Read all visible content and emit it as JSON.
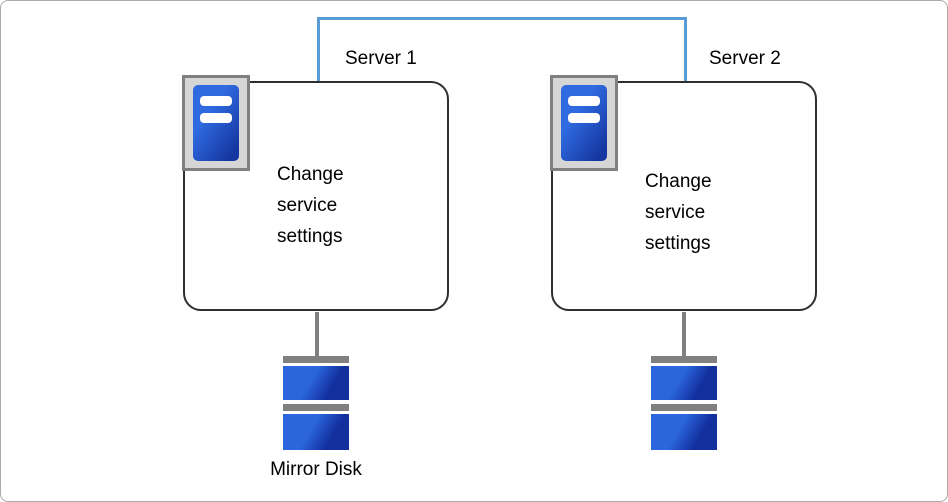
{
  "diagram": {
    "servers": [
      {
        "label": "Server 1",
        "service_text": "Change\nservice\nsettings",
        "disk_label": "Mirror Disk"
      },
      {
        "label": "Server 2",
        "service_text": "Change\nservice\nsettings",
        "disk_label": ""
      }
    ],
    "icons": {
      "server": "server-icon",
      "disk": "mirror-disk-icon"
    },
    "colors": {
      "connector_blue": "#5B9BD5",
      "box_border": "#2F2F2F",
      "gray": "#808080",
      "server_blue_light": "#2F6AE0",
      "server_blue_dark": "#15359F",
      "disk_blue_light": "#2B66DD",
      "disk_blue_dark": "#132F9E"
    }
  }
}
